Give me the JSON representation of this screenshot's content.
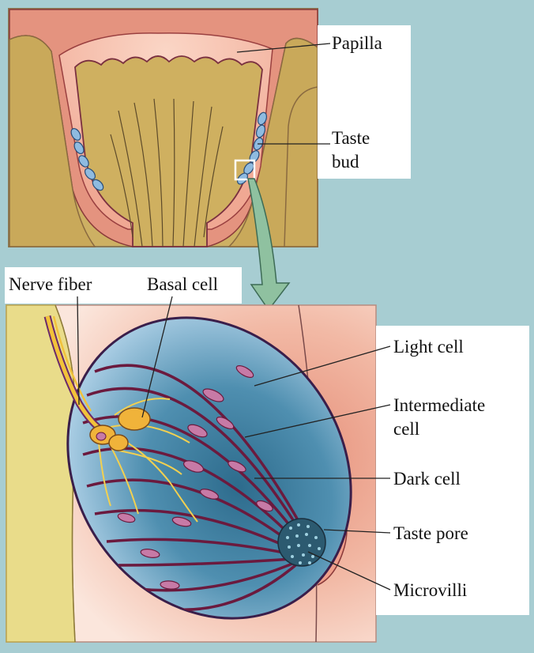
{
  "top_panel": {
    "papilla": "Papilla",
    "taste_bud_1": "Taste",
    "taste_bud_2": "bud"
  },
  "bottom_panel": {
    "nerve_fiber": "Nerve fiber",
    "basal_cell": "Basal cell",
    "light_cell": "Light cell",
    "intermediate_cell_1": "Intermediate",
    "intermediate_cell_2": "cell",
    "dark_cell": "Dark cell",
    "taste_pore": "Taste pore",
    "microvilli": "Microvilli"
  },
  "colors": {
    "background": "#a7cdd2",
    "tissue_tan": "#c9a95a",
    "tissue_pink": "#e9a08e",
    "bud_blue": "#9cc0dc",
    "bud_dark": "#2e6a8a",
    "cell_outline": "#6b1a3e",
    "nerve_yellow": "#f2c23a"
  }
}
